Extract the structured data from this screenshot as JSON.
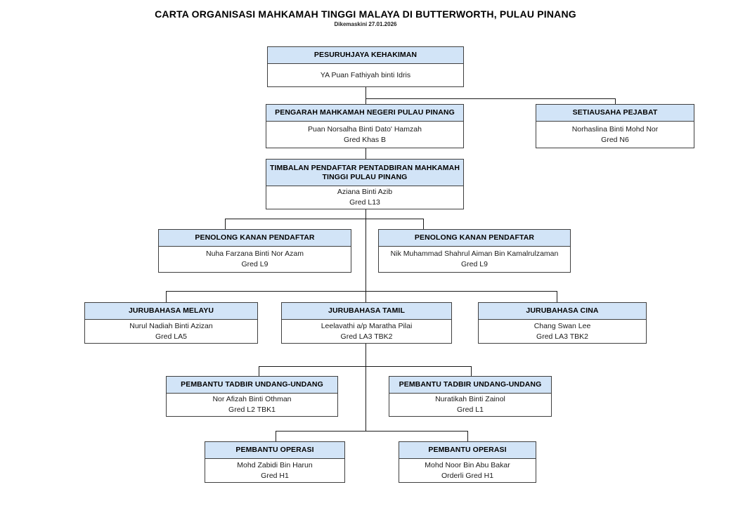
{
  "header": {
    "title": "CARTA ORGANISASI MAHKAMAH TINGGI MALAYA DI BUTTERWORTH, PULAU PINANG",
    "updated": "Dikemaskini 27.01.2026"
  },
  "colors": {
    "header_fill": "#d2e4f7",
    "box_border": "#3f3f3f",
    "connector": "#1a1a1a"
  },
  "nodes": [
    {
      "role": "PESURUHJAYA KEHAKIMAN",
      "lines": [
        "YA Puan Fathiyah binti Idris"
      ]
    },
    {
      "role": "PENGARAH MAHKAMAH NEGERI PULAU PINANG",
      "lines": [
        "Puan Norsalha Binti Dato' Hamzah",
        "Gred Khas B"
      ]
    },
    {
      "role": "SETIAUSAHA PEJABAT",
      "lines": [
        "Norhaslina Binti Mohd Nor",
        "Gred N6"
      ]
    },
    {
      "role": "TIMBALAN PENDAFTAR PENTADBIRAN MAHKAMAH TINGGI PULAU PINANG",
      "lines": [
        "Aziana Binti Azib",
        "Gred L13"
      ]
    },
    {
      "role": "PENOLONG KANAN PENDAFTAR",
      "lines": [
        "Nuha Farzana Binti Nor Azam",
        "Gred L9"
      ]
    },
    {
      "role": "PENOLONG KANAN PENDAFTAR",
      "lines": [
        "Nik Muhammad Shahrul Aiman Bin Kamalrulzaman",
        "Gred L9"
      ]
    },
    {
      "role": "JURUBAHASA MELAYU",
      "lines": [
        "Nurul Nadiah Binti Azizan",
        "Gred LA5"
      ]
    },
    {
      "role": "JURUBAHASA TAMIL",
      "lines": [
        "Leelavathi a/p Maratha Pilai",
        "Gred LA3 TBK2"
      ]
    },
    {
      "role": "JURUBAHASA CINA",
      "lines": [
        "Chang Swan Lee",
        "Gred LA3 TBK2"
      ]
    },
    {
      "role": "PEMBANTU TADBIR UNDANG-UNDANG",
      "lines": [
        "Nor Afizah Binti Othman",
        "Gred L2 TBK1"
      ]
    },
    {
      "role": "PEMBANTU TADBIR UNDANG-UNDANG",
      "lines": [
        "Nuratikah Binti Zainol",
        "Gred L1"
      ]
    },
    {
      "role": "PEMBANTU OPERASI",
      "lines": [
        "Mohd Zabidi Bin Harun",
        "Gred H1"
      ]
    },
    {
      "role": "PEMBANTU OPERASI",
      "lines": [
        "Mohd Noor Bin Abu Bakar",
        "Orderli Gred H1"
      ]
    }
  ]
}
